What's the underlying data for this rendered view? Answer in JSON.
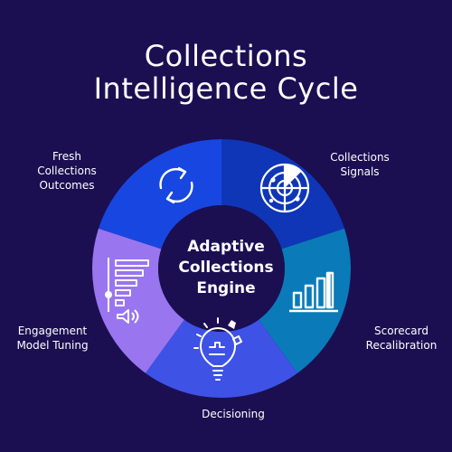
{
  "title": {
    "line1": "Collections",
    "line2": "Intelligence Cycle"
  },
  "center": {
    "line1": "Adaptive",
    "line2": "Collections",
    "line3": "Engine"
  },
  "segments": [
    {
      "lines": [
        "Collections",
        "Signals"
      ],
      "color": "#0f36b7",
      "icon": "radar-icon"
    },
    {
      "lines": [
        "Scorecard",
        "Recalibration"
      ],
      "color": "#0a7bb8",
      "icon": "bar-chart-icon"
    },
    {
      "lines": [
        "Decisioning"
      ],
      "color": "#3e52e6",
      "icon": "lightbulb-puzzle-icon"
    },
    {
      "lines": [
        "Engagement",
        "Model Tuning"
      ],
      "color": "#9975ef",
      "icon": "funnel-megaphone-icon"
    },
    {
      "lines": [
        "Fresh",
        "Collections",
        "Outcomes"
      ],
      "color": "#1747e0",
      "icon": "cycle-arrows-icon"
    }
  ],
  "colors": {
    "background": "#1b0f52",
    "hub": "#1b0f52",
    "text": "#ffffff"
  }
}
